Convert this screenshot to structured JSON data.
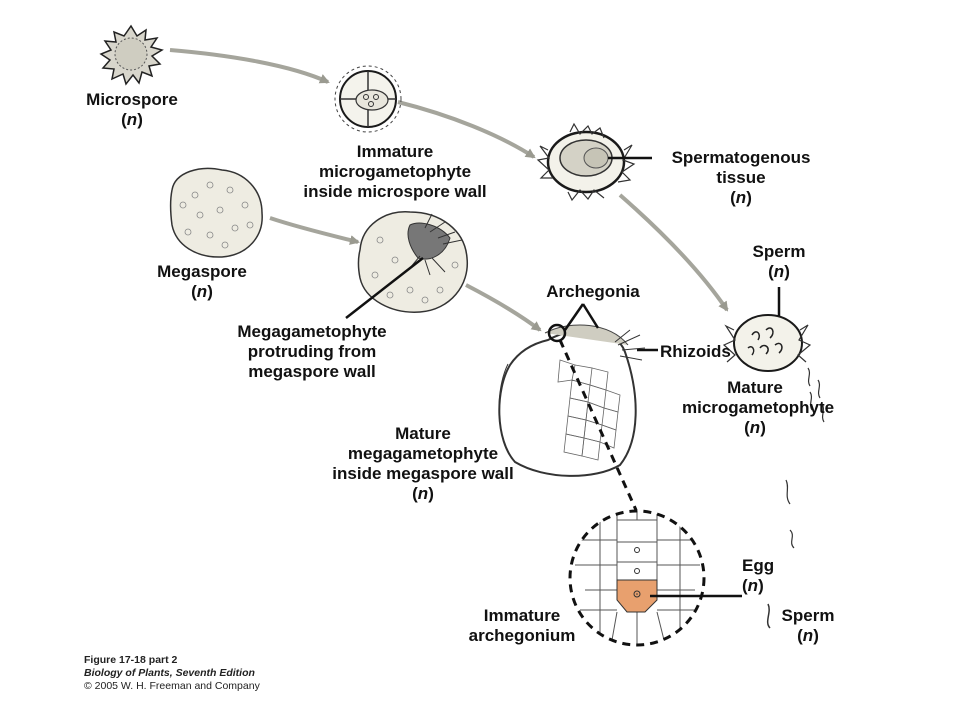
{
  "labels": {
    "microspore": {
      "name": "Microspore",
      "ploidy": "(n)"
    },
    "immature_microgametophyte": {
      "line1": "Immature",
      "line2": "microgametophyte",
      "line3": "inside microspore wall"
    },
    "spermatogenous": {
      "line1": "Spermatogenous",
      "line2": "tissue",
      "ploidy": "(n)"
    },
    "megaspore": {
      "name": "Megaspore",
      "ploidy": "(n)"
    },
    "megagametophyte_protruding": {
      "line1": "Megagametophyte",
      "line2": "protruding from",
      "line3": "megaspore wall"
    },
    "archegonia": "Archegonia",
    "rhizoids": "Rhizoids",
    "sperm_top": {
      "name": "Sperm",
      "ploidy": "(n)"
    },
    "mature_microgametophyte": {
      "line1": "Mature",
      "line2": "microgametophyte",
      "ploidy": "(n)"
    },
    "mature_megagametophyte": {
      "line1": "Mature",
      "line2": "megagametophyte",
      "line3": "inside megaspore wall",
      "ploidy": "(n)"
    },
    "egg": {
      "name": "Egg",
      "ploidy": "(n)"
    },
    "sperm_bottom": {
      "name": "Sperm",
      "ploidy": "(n)"
    },
    "immature_archegonium": {
      "line1": "Immature",
      "line2": "archegonium"
    }
  },
  "caption": {
    "figure": "Figure 17-18 part 2",
    "book": "Biology of Plants, Seventh Edition",
    "copyright": "© 2005 W. H. Freeman and Company"
  },
  "colors": {
    "egg_fill": "#e8a06e",
    "arrow": "#9a9a90",
    "spore_fill": "#f2f1e8",
    "ink": "#1a1a1a"
  }
}
